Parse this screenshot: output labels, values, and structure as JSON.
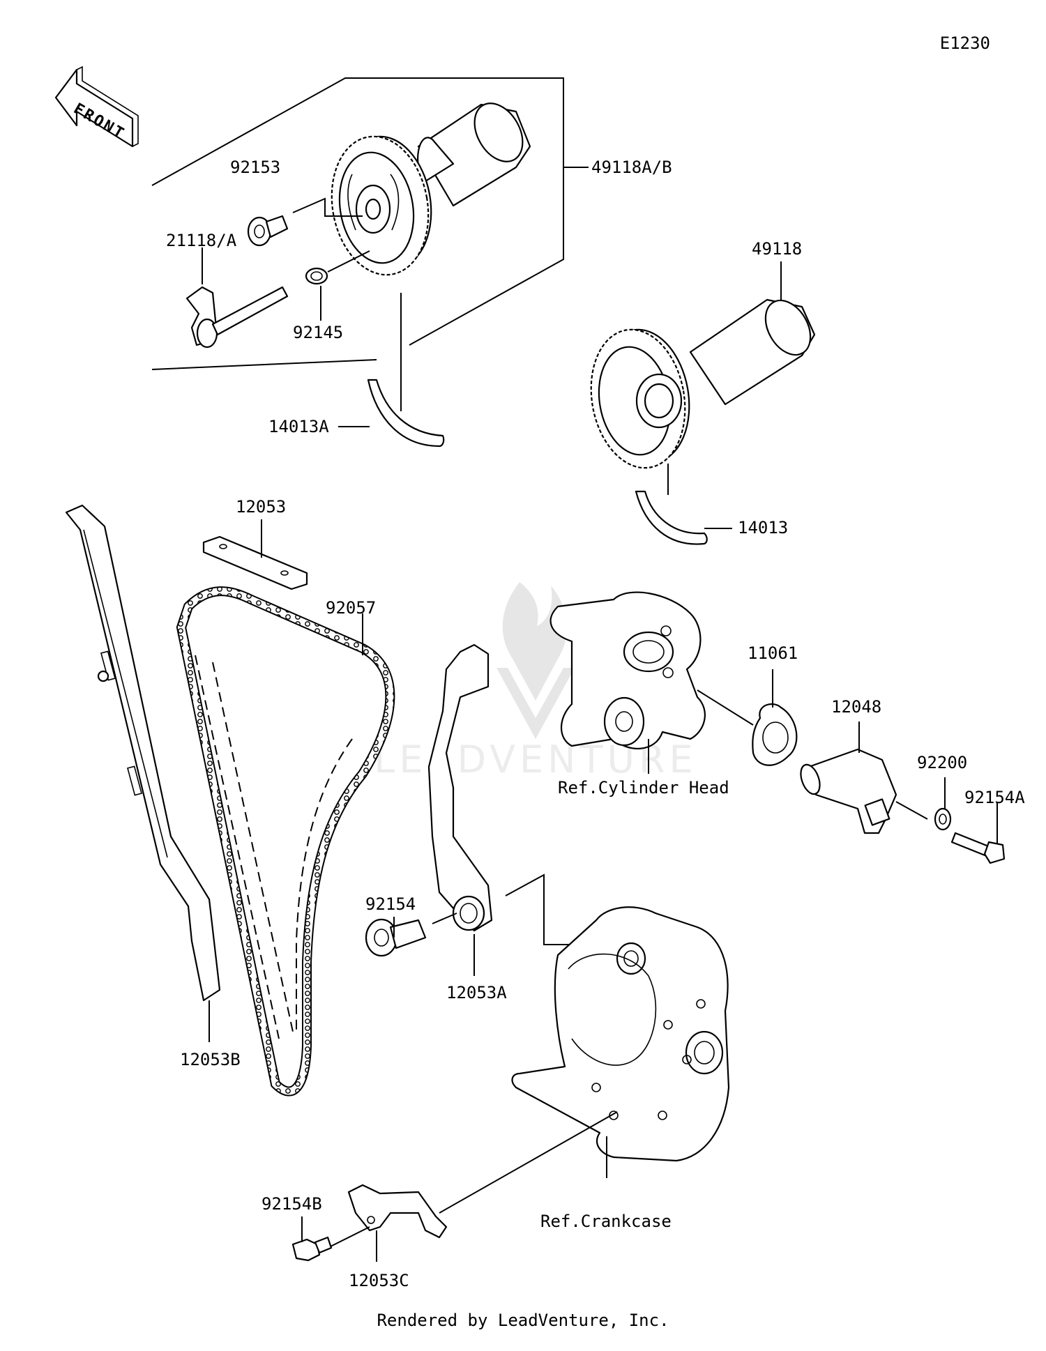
{
  "diagram_code": "E1230",
  "front_label": "FRONT",
  "watermark": "LEADVENTURE",
  "parts": [
    {
      "id": "p49118ab",
      "label": "49118A/B"
    },
    {
      "id": "p92153",
      "label": "92153"
    },
    {
      "id": "p21118a",
      "label": "21118/A"
    },
    {
      "id": "p92145",
      "label": "92145"
    },
    {
      "id": "p49118",
      "label": "49118"
    },
    {
      "id": "p14013a",
      "label": "14013A"
    },
    {
      "id": "p14013",
      "label": "14013"
    },
    {
      "id": "p12053",
      "label": "12053"
    },
    {
      "id": "p92057",
      "label": "92057"
    },
    {
      "id": "p11061",
      "label": "11061"
    },
    {
      "id": "p12048",
      "label": "12048"
    },
    {
      "id": "p92200",
      "label": "92200"
    },
    {
      "id": "p92154a",
      "label": "92154A"
    },
    {
      "id": "p92154",
      "label": "92154"
    },
    {
      "id": "p12053a",
      "label": "12053A"
    },
    {
      "id": "p12053b",
      "label": "12053B"
    },
    {
      "id": "p92154b",
      "label": "92154B"
    },
    {
      "id": "p12053c",
      "label": "12053C"
    }
  ],
  "references": [
    {
      "id": "ref_cyl",
      "label": "Ref.Cylinder Head"
    },
    {
      "id": "ref_crank",
      "label": "Ref.Crankcase"
    }
  ],
  "footer": "Rendered by LeadVenture, Inc."
}
